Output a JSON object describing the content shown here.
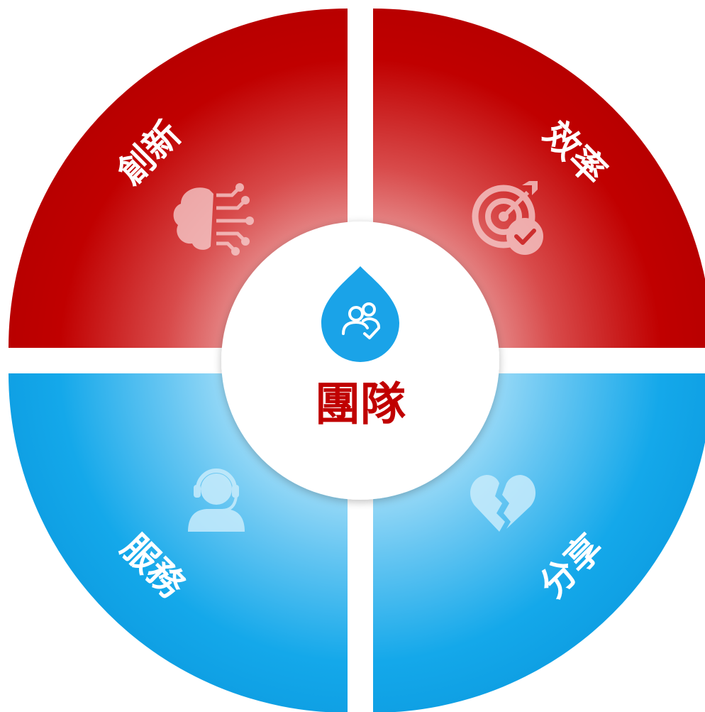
{
  "center": {
    "label": "團隊",
    "label_color": "#c00000",
    "icon": "team-drop-icon",
    "icon_color": "#1aa3e8"
  },
  "quadrants": [
    {
      "key": "innovation",
      "label": "創新",
      "icon": "brain-circuit-icon",
      "position": "top-left",
      "color": "#c00000"
    },
    {
      "key": "efficiency",
      "label": "效率",
      "icon": "target-check-icon",
      "position": "top-right",
      "color": "#c00000"
    },
    {
      "key": "service",
      "label": "服務",
      "icon": "headset-user-icon",
      "position": "bottom-left",
      "color": "#12a6e8"
    },
    {
      "key": "sharing",
      "label": "分享",
      "icon": "heart-puzzle-icon",
      "position": "bottom-right",
      "color": "#12a6e8"
    }
  ]
}
